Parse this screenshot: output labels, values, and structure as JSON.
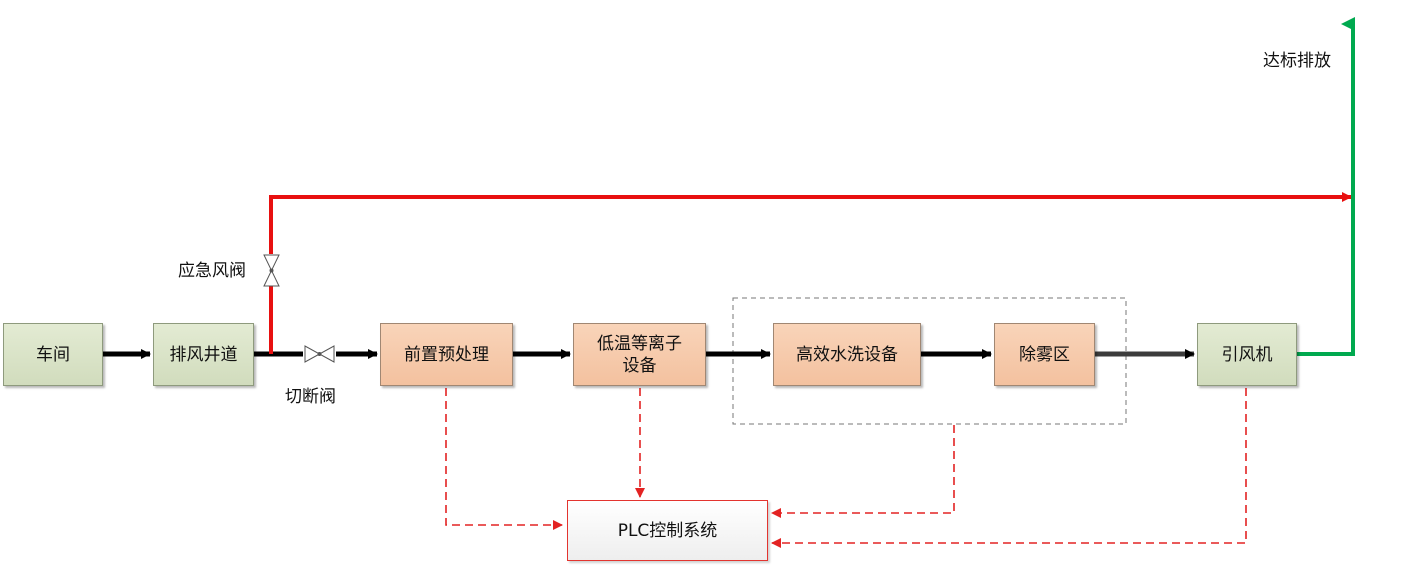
{
  "nodes": {
    "workshop": "车间",
    "exhaust_shaft": "排风井道",
    "pretreatment": "前置预处理",
    "plasma_line1": "低温等离子",
    "plasma_line2": "设备",
    "water_wash": "高效水洗设备",
    "demister": "除雾区",
    "fan": "引风机",
    "plc": "PLC控制系统"
  },
  "labels": {
    "emergency_valve": "应急风阀",
    "shutoff_valve": "切断阀",
    "discharge": "达标排放"
  },
  "colors": {
    "main_flow": "#000000",
    "bypass_flow": "#e81010",
    "discharge_flow": "#00a94f",
    "signal": "#e32323",
    "box_green": "#d7e2c5",
    "box_orange": "#f5c9a9"
  }
}
